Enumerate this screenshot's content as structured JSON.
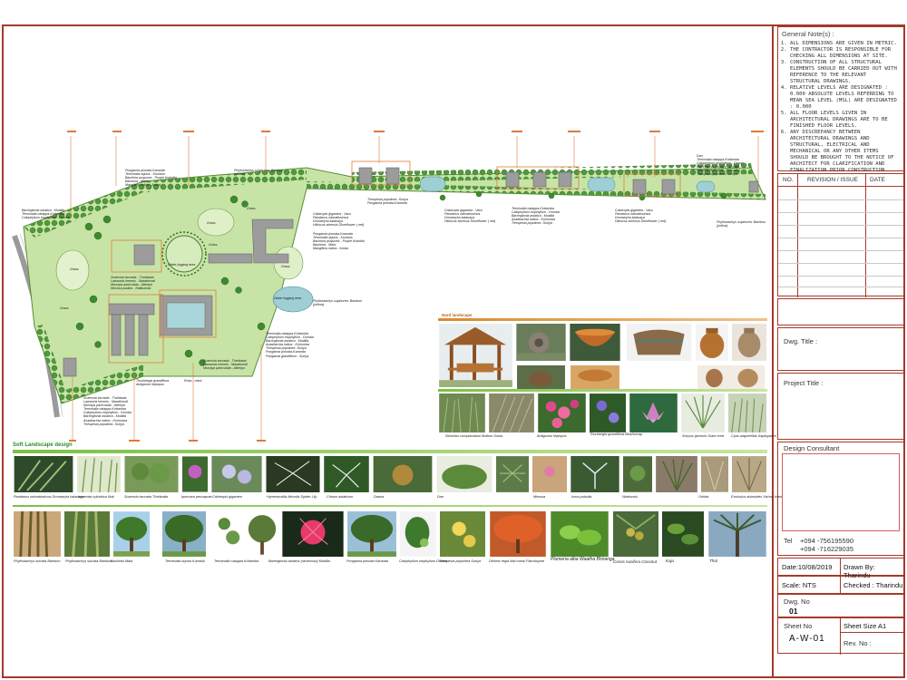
{
  "notes": {
    "heading": "General Note(s) :",
    "items": [
      "ALL DIMENSIONS ARE GIVEN IN METRIC.",
      "THE CONTRACTOR IS RESPONSIBLE FOR CHECKING ALL DIMENSIONS AT SITE.",
      "CONSTRUCTION OF ALL STRUCTURAL ELEMENTS SHOULD BE CARRIED OUT WITH REFERENCE TO THE RELEVANT STRUCTURAL DRAWINGS.",
      "RELATIVE LEVELS ARE DESIGNATED : 0.000 ABSOLUTE LEVELS REFERRING TO MEAN SEA LEVEL (MSL) ARE DESIGNATED : 0.000",
      "ALL FLOOR LEVELS GIVEN IN ARCHITECTURAL DRAWINGS ARE TO BE FINISHED FLOOR LEVELS.",
      "ANY DISCREPANCY BETWEEN ARCHITECTURAL DRAWINGS AND STRUCTURAL, ELECTRICAL AND MECHANICAL OR ANY OTHER ITEMS SHOULD BE BROUGHT TO THE NOTICE OF ARCHITECT FOR CLARIFICATION AND FINALIZATION PRIOR CONSTRUCTION."
    ]
  },
  "revision_table": {
    "col_no": "NO.",
    "col_rev": "REVISION / ISSUE",
    "col_date": "DATE"
  },
  "title_block": {
    "dwg_title_label": "Dwg. Title :",
    "project_title_label": "Project Title :",
    "design_consultant_label": "Design Consultant",
    "tel_label": "Tel",
    "tel_1": "+094 -756195590",
    "tel_2": "+094 -716229035",
    "date_text": "Date:10/08/2019",
    "drawn_by_text": "Drawn By: Tharindu",
    "scale_text": "Scale:  NTS",
    "checked_text": "Checked : Tharindu",
    "dwg_no_label": "Dwg. No",
    "dwg_no_value": "01",
    "sheet_no_label": "Sheet No",
    "sheet_no_value": "A-W-01",
    "sheet_size_text": "Sheet Size A1",
    "rev_no_label": "Rev. No :"
  },
  "plan": {
    "lawn_labels": [
      "Grass",
      "Grass",
      "Grass",
      "Grass",
      "Grass",
      "Grass"
    ],
    "water_jogging": "Water jogging area",
    "water_logging": "Water logging area",
    "plant_notes": [
      "Pongamia pinnata-Karanda\nTerminalia arjuna - Kumbuk\nBauhinia purpurea - Purple Kobolila\nBauhinia - Mala\nMangifera indica - Amba",
      "Phyllostachys sulphurea: Bamboo\n(yellow)",
      "Barringtonia asiatica - Mudilla\nTerminalia catappa-Kottamba\nCalophyllum inophyllum - Domba",
      "Calotropis gigantea - Vara\nPandanus odoratissimus\nDronaeyha kalanaya\nHibiscus sinensis-Shoeflower ( red)",
      "Pongamia pinnata-Karanda\nTerminalia arjuna - Kumbuk\nBauhinia purpurea - Purple Kobolila\nBauhinia - Mala\nMangifera indica - Amba",
      "Thespesia populnea -Suriya\nPongamia pinnata-Karanda",
      "Calotropis gigantea - Vara\nPandanus odoratissimus\nDronaeyha kalanaya\nHibiscus sinensis-Shoeflower ( red)",
      "Terminalia catappa-Kottamba\nCalophyllum inophyllum - Domba\nBarringtonia asiatica - Mudilla\nAzadirachta indica - Kohomba\nThespesia populnea -Suriya",
      "Calotropis gigantea - Vara\nPandanus odoratissimus\nDronaeyha kalanaya\nHibiscus sinensis-Shoeflower ( red)",
      "Dan\nTerminalia catappa-Kottamba\nCalophyllum inophyllum - Domba\nBarringtonia asiatica - Mudilla\nAzadirachta indica - Kohomba\nThespesia populnea -Suriya",
      "Phyllostachys sulphurea: Bamboo\n(yellow)",
      "Scaevola taccada - Thahkada\nLawsonia inermis - Marathondi\nMurraya paniculata - Atteriya\nMimosa pudica - Nidikumba",
      "Phyllostachys sulphurea: Bamboo\n(yellow)",
      "Terminalia catappa-Kottamba\nCalophyllum inophyllum - Domba\nBarringtonia asiatica - Mudilla\nAzadirachta indica - Kohomba\nThespesia populnea -Suriya\nPongamia pinnata-Karanda\nPongamia glandiflora - Suriya",
      "Scaevola taccada - Thahkada\nLawsonia inermis - Marathondi\nMurraya paniculata - Atteriya",
      "Scaevola taccada - Thahkada\nLawsonia inermis - Marathondi\nMurraya paniculata - Atteriya\nTerminalia catappa-Kottamba\nCalophyllum inophyllum - Domba\nBarringtonia asiatica - Mudilla\nAzadirachta indica - Kohomba\nThespesia populnea -Suriya",
      "Rosa - mind",
      "Thunbergia grandiflora\nAntigonon leptopus"
    ]
  },
  "hard_landscape": {
    "title": "Hard landscape",
    "captions": [
      "",
      "",
      "",
      "",
      "",
      "",
      "",
      ""
    ]
  },
  "ground_cover": {
    "captions": [
      "Nelumbo complanatum\nBottom Grass",
      "Antigonon leptopus",
      "Thunbergia grandiflora\nBlushorcap",
      "",
      "",
      "Scirpus griseum\nGiant reed",
      "Cyas wagnerillas\nKaplayatam"
    ]
  },
  "soft_landscape": {
    "title": "Soft Landscape design",
    "row1_captions": [
      "Pandanus odoratissimus\nDronaeyha kalanaya",
      "Imperata cylindrica\nIlluk",
      "Scaevola taccada\nThahkada",
      "Ipomoea pescaprae",
      "Calotropis gigantea",
      "Hymenocallis littoralis\nSpider Lily",
      "Crinum asiaticum",
      "Datura",
      "Dan",
      "Mimosa",
      "Ixora pulsulla",
      "Wattuvalu",
      "Orkida",
      "Evolvulus alsinoides\nVishnu kranti"
    ],
    "row2_captions": [
      "Phyllostachys sulcata\nBamboo",
      "Phyllostachys sulcata\nBamboo",
      "Bauhinia\nMala",
      "Terminalia arjuna\nKumbuk",
      "Terminalia catappa\nKottamba",
      "Barringtonia asiatica (racemosa)\nMudilla",
      "Pongamia pinnata\nKaranda",
      "Calophyllum inophyllum\nDomba",
      "Thespesia populnea\nSuriya",
      "Delonix regia\nMai mara/ Flamboyant",
      "Plumeria alba\nWaatha Bhiranga",
      "Cocos nucifera\nCoconut",
      "Kaju",
      "Thal"
    ]
  }
}
